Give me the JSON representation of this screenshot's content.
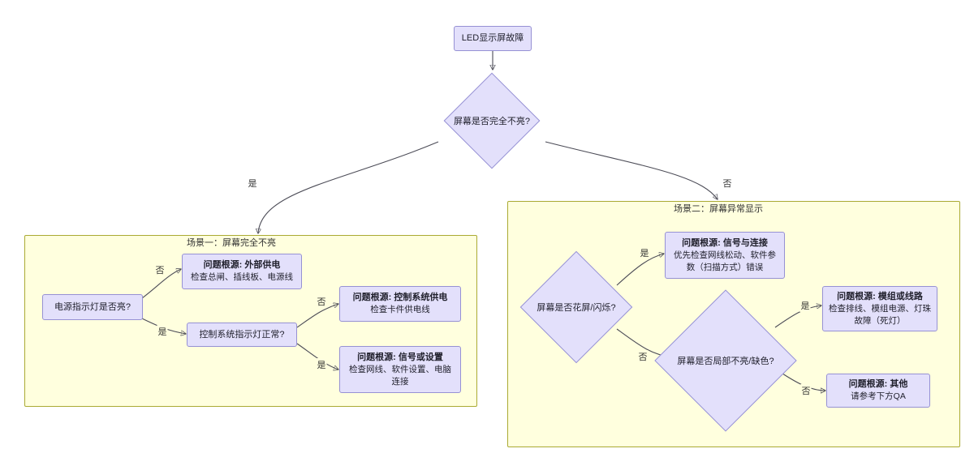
{
  "diagram": {
    "type": "flowchart",
    "title_node": {
      "label": "LED显示屏故障"
    },
    "root_decision": {
      "label": "屏幕是否完全不亮?"
    },
    "colors": {
      "node_fill": "#e3e0fb",
      "node_border": "#9691d4",
      "subgraph_fill": "#ffffde",
      "subgraph_border": "#aaaa33",
      "edge": "#4c4c57",
      "text": "#1f1f2b"
    },
    "branch_labels": {
      "yes": "是",
      "no": "否"
    },
    "subgraph_one": {
      "label": "场景一：屏幕完全不亮",
      "nodes": {
        "power_led": {
          "label": "电源指示灯是否亮?"
        },
        "external_power": {
          "title": "问题根源: 外部供电",
          "sub": "检查总闸、插线板、电源线"
        },
        "control_led": {
          "label": "控制系统指示灯正常?"
        },
        "control_power": {
          "title": "问题根源: 控制系统供电",
          "sub": "检查卡件供电线"
        },
        "signal_setting": {
          "title": "问题根源: 信号或设置",
          "sub": "检查网线、软件设置、电脑连接"
        }
      },
      "edges": [
        {
          "from": "power_led",
          "to": "external_power",
          "label": "否"
        },
        {
          "from": "power_led",
          "to": "control_led",
          "label": "是"
        },
        {
          "from": "control_led",
          "to": "control_power",
          "label": "否"
        },
        {
          "from": "control_led",
          "to": "signal_setting",
          "label": "是"
        }
      ]
    },
    "subgraph_two": {
      "label": "场景二：屏幕异常显示",
      "nodes": {
        "flicker": {
          "label": "屏幕是否花屏/闪烁?"
        },
        "signal_connection": {
          "title": "问题根源: 信号与连接",
          "sub": "优先检查网线松动、软件参数（扫描方式）错误"
        },
        "partial_dark": {
          "label": "屏幕是否局部不亮/缺色?"
        },
        "module_circuit": {
          "title": "问题根源: 模组或线路",
          "sub": "检查排线、模组电源、灯珠故障（死灯）"
        },
        "other": {
          "title": "问题根源: 其他",
          "sub": "请参考下方QA"
        }
      },
      "edges": [
        {
          "from": "flicker",
          "to": "signal_connection",
          "label": "是"
        },
        {
          "from": "flicker",
          "to": "partial_dark",
          "label": "否"
        },
        {
          "from": "partial_dark",
          "to": "module_circuit",
          "label": "是"
        },
        {
          "from": "partial_dark",
          "to": "other",
          "label": "否"
        }
      ]
    },
    "root_edges": [
      {
        "from": "root_decision",
        "to": "subgraph_one",
        "label": "是"
      },
      {
        "from": "root_decision",
        "to": "subgraph_two",
        "label": "否"
      }
    ]
  }
}
